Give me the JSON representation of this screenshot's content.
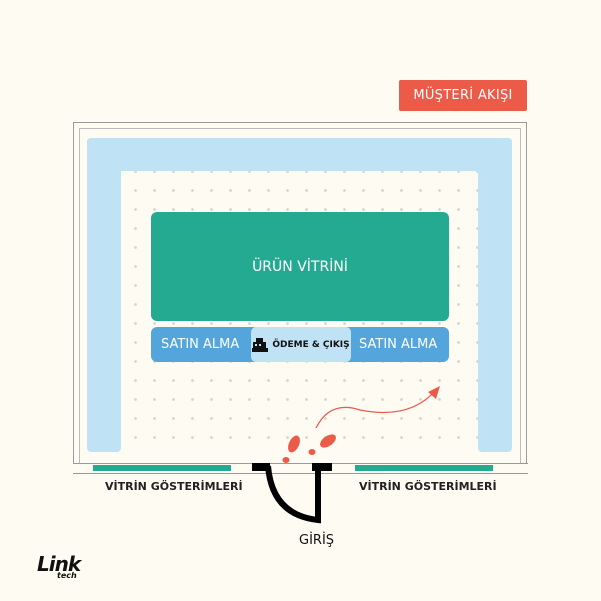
{
  "title": "MÜŞTERİ AKIŞI",
  "product_display": "ÜRÜN VİTRİNİ",
  "purchase_left": "SATIN ALMA",
  "purchase_right": "SATIN ALMA",
  "checkout": "ÖDEME & ÇIKIŞ",
  "window_left": "VİTRİN GÖSTERİMLERİ",
  "window_right": "VİTRİN GÖSTERİMLERİ",
  "entrance": "GİRİŞ",
  "logo": "Link tech",
  "colors": {
    "accent": "#ec5a48",
    "green": "#25aa92",
    "blue": "#55a5dd",
    "light_blue": "#bfe3f5"
  }
}
